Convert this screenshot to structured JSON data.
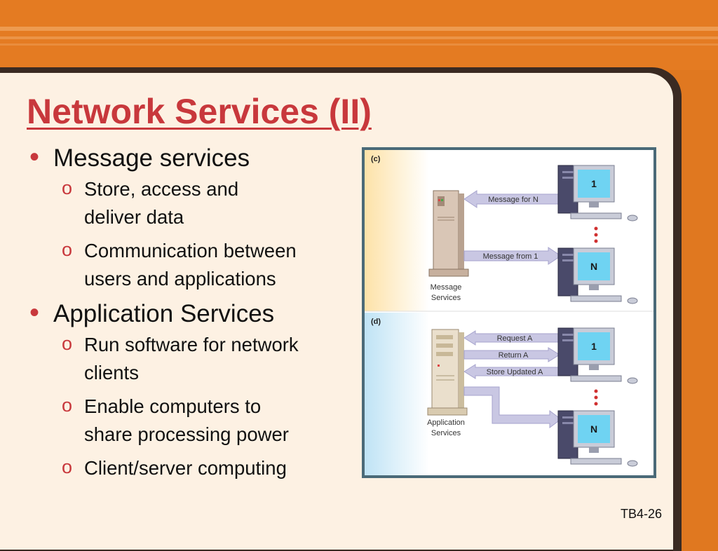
{
  "slide": {
    "title": "Network Services (II)",
    "footer": "TB4-26",
    "bullets": [
      {
        "text": "Message services",
        "subs": [
          "Store, access and",
          "deliver data",
          "Communication between",
          "users and applications"
        ]
      },
      {
        "text": "Application Services",
        "subs": [
          "Run software for network",
          "clients",
          "Enable computers to",
          "share processing power",
          "Client/server computing"
        ]
      }
    ],
    "sub_marker": "o",
    "bullet_marker": "•"
  },
  "figure": {
    "panel_c": {
      "label": "(c)",
      "server_label_1": "Message",
      "server_label_2": "Services",
      "arrow_1": "Message for N",
      "arrow_2": "Message from 1",
      "computer_1": "1",
      "computer_2": "N"
    },
    "panel_d": {
      "label": "(d)",
      "server_label_1": "Application",
      "server_label_2": "Services",
      "arrow_1": "Request A",
      "arrow_2": "Return A",
      "arrow_3": "Store Updated A",
      "computer_1": "1",
      "computer_2": "N"
    },
    "colors": {
      "panel_c_band": "#fde6b8",
      "panel_d_band": "#c6e6f5",
      "arrow": "#c9c7e3",
      "dots": "#d03030"
    }
  }
}
